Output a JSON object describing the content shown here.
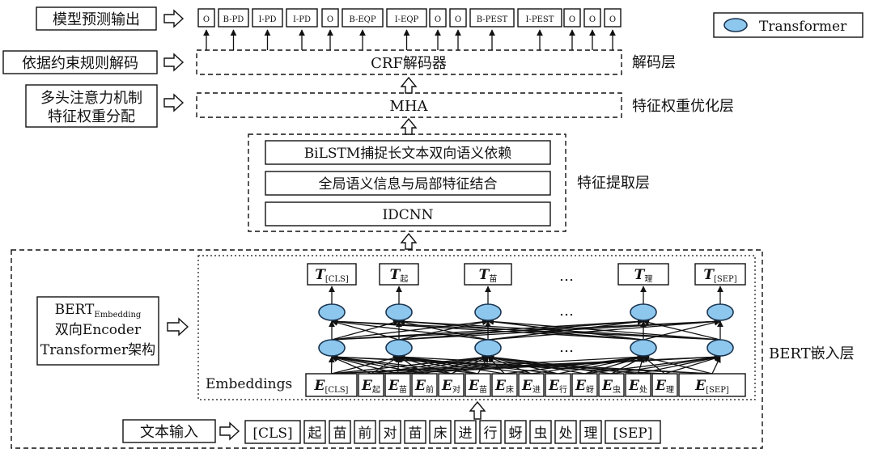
{
  "legend": {
    "label": "Transformer",
    "color": "#8ec7ee"
  },
  "left_labels": {
    "output": "模型预测输出",
    "crf_decode": "依据约束规则解码",
    "mha_line1": "多头注意力机制",
    "mha_line2": "特征权重分配",
    "bert_line1": "BERT",
    "bert_sub": "Embedding",
    "bert_line2": "双向Encoder",
    "bert_line3": "Transformer架构",
    "input": "文本输入"
  },
  "output_tags": [
    "O",
    "B-PD",
    "I-PD",
    "I-PD",
    "O",
    "B-EQP",
    "I-EQP",
    "O",
    "O",
    "B-PEST",
    "I-PEST",
    "O",
    "O",
    "O"
  ],
  "layers": {
    "crf": "CRF解码器",
    "mha": "MHA",
    "bilstm": "BiLSTM捕捉长文本双向语义依赖",
    "fusion": "全局语义信息与局部特征结合",
    "idcnn": "IDCNN"
  },
  "right_labels": {
    "decode": "解码层",
    "reweight": "特征权重优化层",
    "extract": "特征提取层",
    "bert": "BERT嵌入层"
  },
  "t_outputs": [
    {
      "sym": "T",
      "sub": "[CLS]"
    },
    {
      "sym": "T",
      "sub": "起"
    },
    {
      "sym": "T",
      "sub": "苗"
    },
    {
      "sym": "T",
      "sub": "理"
    },
    {
      "sym": "T",
      "sub": "[SEP]"
    }
  ],
  "ellipsis": "…",
  "embeddings_label": "Embeddings",
  "embeddings": [
    {
      "sym": "E",
      "sub": "[CLS]"
    },
    {
      "sym": "E",
      "sub": "起"
    },
    {
      "sym": "E",
      "sub": "苗"
    },
    {
      "sym": "E",
      "sub": "前"
    },
    {
      "sym": "E",
      "sub": "对"
    },
    {
      "sym": "E",
      "sub": "苗"
    },
    {
      "sym": "E",
      "sub": "床"
    },
    {
      "sym": "E",
      "sub": "进"
    },
    {
      "sym": "E",
      "sub": "行"
    },
    {
      "sym": "E",
      "sub": "蚜"
    },
    {
      "sym": "E",
      "sub": "虫"
    },
    {
      "sym": "E",
      "sub": "处"
    },
    {
      "sym": "E",
      "sub": "理"
    },
    {
      "sym": "E",
      "sub": "[SEP]"
    }
  ],
  "input_tokens": [
    "[CLS]",
    "起",
    "苗",
    "前",
    "对",
    "苗",
    "床",
    "进",
    "行",
    "蚜",
    "虫",
    "处",
    "理",
    "[SEP]"
  ]
}
